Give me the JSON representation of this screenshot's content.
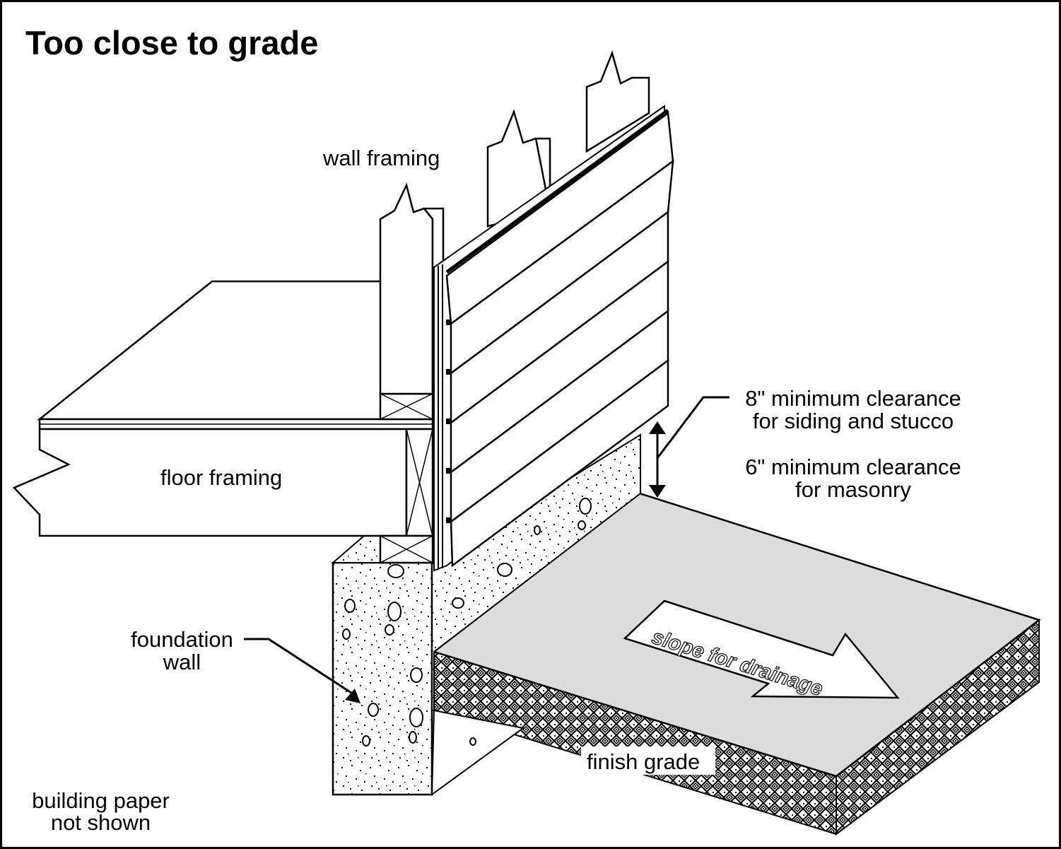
{
  "title": "Too close to grade",
  "labels": {
    "wall_framing": "wall framing",
    "floor_framing": "floor framing",
    "clearance_siding_line1": "8\" minimum clearance",
    "clearance_siding_line2": "for siding and stucco",
    "clearance_masonry_line1": "6\" minimum clearance",
    "clearance_masonry_line2": "for masonry",
    "foundation_wall_line1": "foundation",
    "foundation_wall_line2": "wall",
    "slope": "slope for drainage",
    "finish_grade": "finish grade",
    "building_paper_line1": "building paper",
    "building_paper_line2": "not shown"
  },
  "colors": {
    "ink": "#000000",
    "grade_surface": "#dcdcdc",
    "concrete": "#ffffff",
    "background": "#ffffff"
  }
}
